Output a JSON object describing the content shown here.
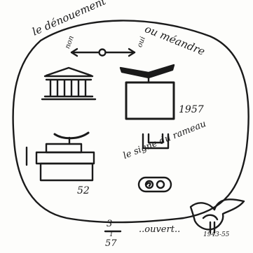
{
  "sketch": {
    "title_left": "le dénouement",
    "title_right": "ou méandre",
    "label_left": "non",
    "label_right": "oui",
    "year_1": "1957",
    "sign_text": "le signe du rameau",
    "number": "52",
    "fraction_top": "3",
    "fraction_mid": "1",
    "fraction_bottom": "57",
    "hand_text": "..ouvert..",
    "year_2": "1943-55"
  },
  "colors": {
    "paper": "#fdfdfb",
    "ink": "#1a1a1a"
  }
}
